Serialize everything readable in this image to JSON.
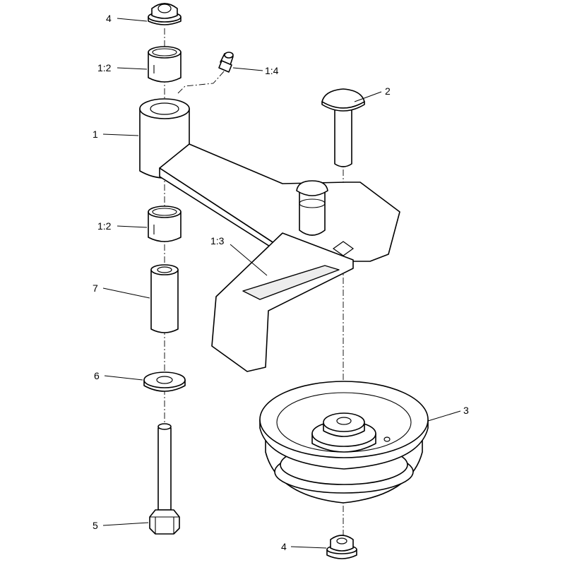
{
  "callouts": {
    "c4_top": "4",
    "c1_2_top": "1:2",
    "c1_4": "1:4",
    "c2": "2",
    "c1": "1",
    "c1_2_mid": "1:2",
    "c1_3": "1:3",
    "c7": "7",
    "c6": "6",
    "c3": "3",
    "c5": "5",
    "c4_bottom": "4"
  },
  "colors": {
    "line": "#000000",
    "background": "#ffffff"
  }
}
